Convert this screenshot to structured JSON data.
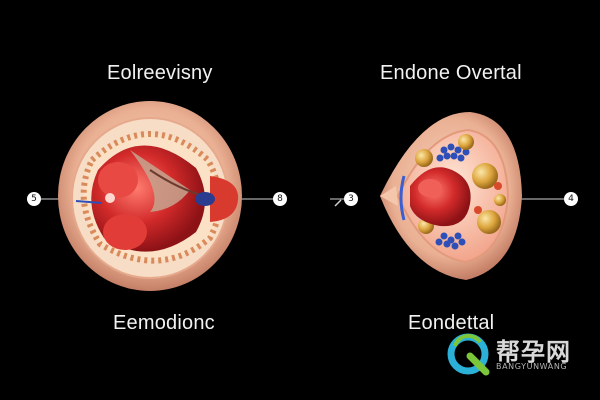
{
  "labels": {
    "left_top": "Eolreevisny",
    "right_top": "Endone Overtal",
    "left_bottom": "Eemodionc",
    "right_bottom": "Eondettal"
  },
  "markers": {
    "m1": "5",
    "m2": "8",
    "m3": "3",
    "m4": "4"
  },
  "watermark": {
    "main": "帮孕网",
    "sub": "BANGYUNWANG"
  },
  "colors": {
    "background": "#000000",
    "tissue_outer": "#f1b59a",
    "tissue_red": "#d42b2b",
    "accent_blue": "#2e4fb8",
    "follicle_gold": "#d9a032"
  }
}
